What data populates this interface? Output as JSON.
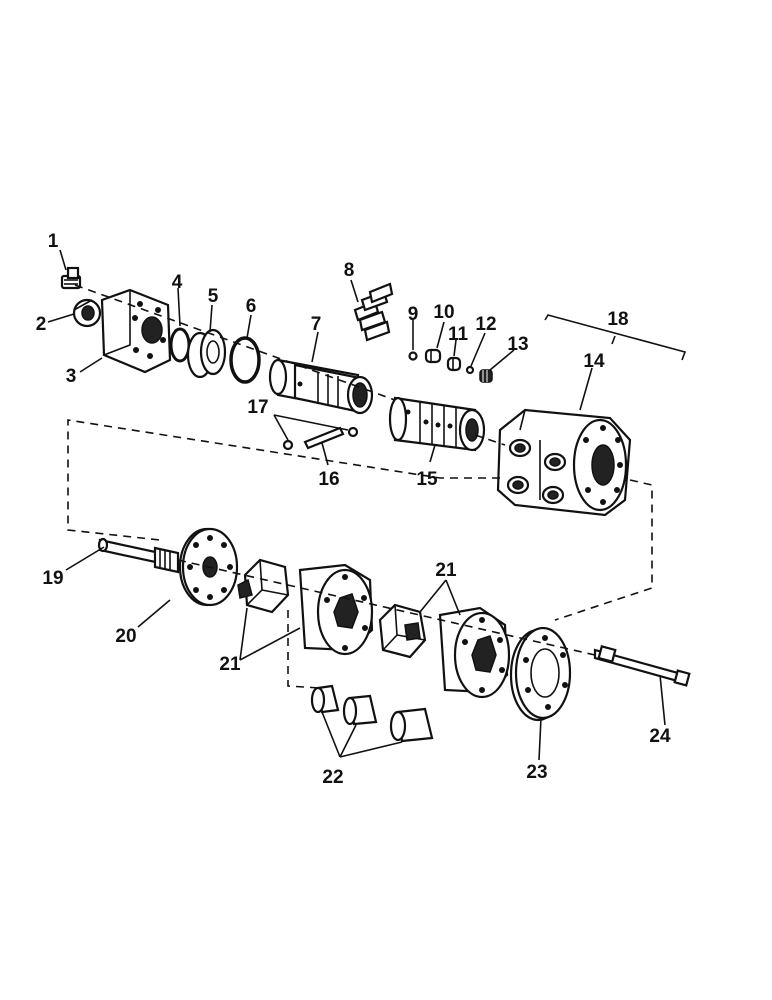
{
  "diagram": {
    "callouts": [
      "1",
      "2",
      "3",
      "4",
      "5",
      "6",
      "7",
      "8",
      "9",
      "10",
      "11",
      "12",
      "13",
      "14",
      "15",
      "16",
      "17",
      "18",
      "19",
      "20",
      "21",
      "21",
      "22",
      "23",
      "24"
    ]
  }
}
